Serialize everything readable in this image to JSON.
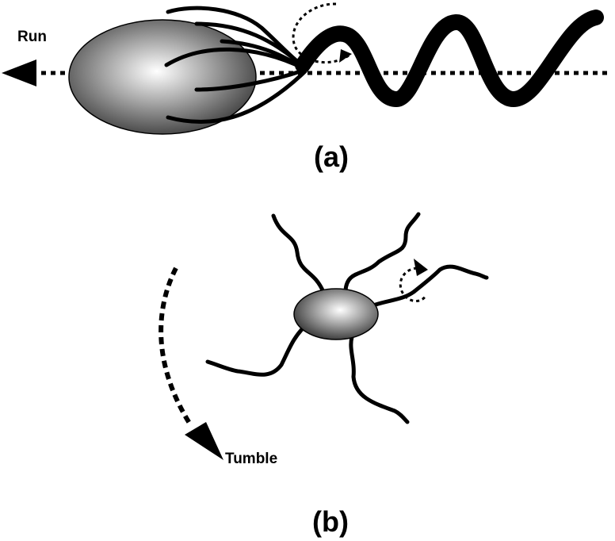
{
  "panel_a": {
    "caption": "(a)",
    "label": "Run"
  },
  "panel_b": {
    "caption": "(b)",
    "label": "Tumble"
  }
}
